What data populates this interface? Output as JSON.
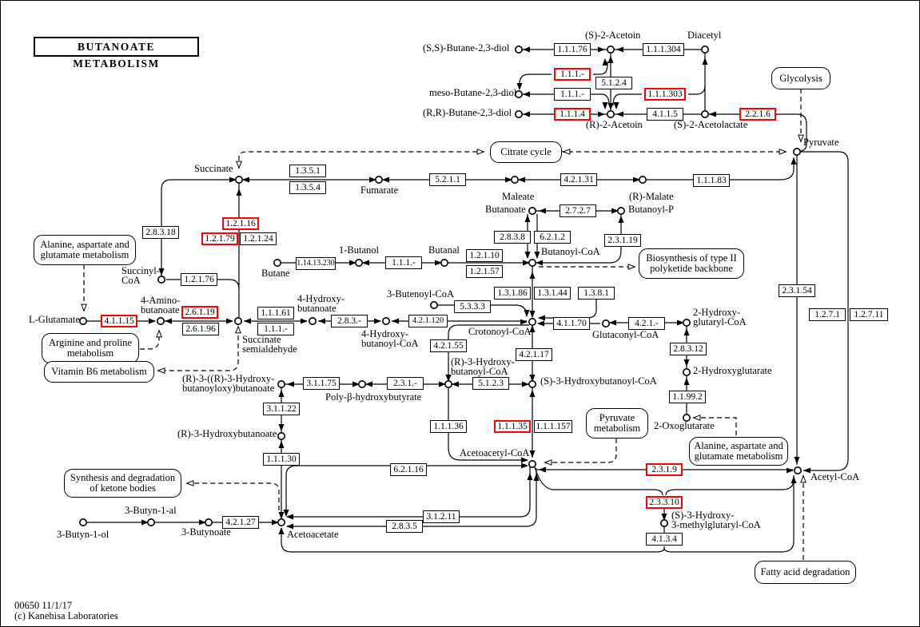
{
  "title": "BUTANOATE METABOLISM",
  "footer": [
    "00650 11/1/17",
    "(c) Kanehisa Laboratories"
  ],
  "colors": {
    "highlight": "#ff0000",
    "line": "#000000",
    "box_bg": "#ffffff"
  },
  "enzymes": [
    "1.1.1.76",
    "1.1.1.-",
    "5.1.2.4",
    "1.1.1.-",
    "1.1.1.303",
    "1.1.1.4",
    "4.1.1.5",
    "1.1.1.304",
    "2.2.1.6",
    "1.3.5.1",
    "1.3.5.4",
    "5.2.1.1",
    "4.2.1.31",
    "1.1.1.83",
    "2.8.3.18",
    "1.2.1.16",
    "1.2.1.79",
    "1.2.1.24",
    "1.2.1.76",
    "2.7.2.7",
    "2.8.3.8",
    "6.2.1.2",
    "2.3.1.19",
    "1.14.13.230",
    "1.1.1.-",
    "1.2.1.10",
    "1.2.1.57",
    "1.3.1.86",
    "1.3.1.44",
    "1.3.8.1",
    "5.3.3.3",
    "2.8.3.-",
    "4.2.1.120",
    "1.1.1.61",
    "1.1.1.-",
    "2.6.1.19",
    "2.6.1.96",
    "4.1.1.15",
    "4.1.1.70",
    "4.2.1.-",
    "2.8.3.12",
    "1.1.99.2",
    "4.2.1.55",
    "4.2.1.17",
    "3.1.1.75",
    "2.3.1.-",
    "5.1.2.3",
    "3.1.1.22",
    "1.1.1.30",
    "1.1.1.36",
    "1.1.1.35",
    "1.1.1.157",
    "2.3.1.9",
    "2.3.3.10",
    "4.1.3.4",
    "6.2.1.16",
    "3.1.2.11",
    "2.8.3.5",
    "4.2.1.27",
    "2.3.1.54",
    "1.2.7.1",
    "1.2.7.11"
  ],
  "compounds": [
    [
      "(S,S)-Butane-2,3-diol"
    ],
    [
      "(S)-2-Acetoin"
    ],
    [
      "Diacetyl"
    ],
    [
      "meso-Butane-2,3-diol"
    ],
    [
      "(R,R)-Butane-2,3-diol"
    ],
    [
      "(R)-2-Acetoin"
    ],
    [
      "(S)-2-Acetolactate"
    ],
    [
      "Pyruvate"
    ],
    [
      "Succinate"
    ],
    [
      "Fumarate"
    ],
    [
      "Maleate"
    ],
    [
      "(R)-Malate"
    ],
    [
      "Butanoate"
    ],
    [
      "Butanoyl-P"
    ],
    [
      "Succinyl-",
      "CoA"
    ],
    [
      "Butane"
    ],
    [
      "1-Butanol"
    ],
    [
      "Butanal"
    ],
    [
      "Butanoyl-CoA"
    ],
    [
      "L-Glutamate"
    ],
    [
      "4-Amino-",
      "butanoate"
    ],
    [
      "Succinate",
      "semialdehyde"
    ],
    [
      "4-Hydroxy-",
      "butanoate"
    ],
    [
      "4-Hydroxy-",
      "butanoyl-CoA"
    ],
    [
      "3-Butenoyl-CoA"
    ],
    [
      "Crotonoyl-CoA"
    ],
    [
      "Glutaconyl-CoA"
    ],
    [
      "2-Hydroxy-",
      "glutaryl-CoA"
    ],
    [
      "2-Hydroxyglutarate"
    ],
    [
      "2-Oxoglutarate"
    ],
    [
      "(R)-3-Hydroxy-",
      "butanoyl-CoA"
    ],
    [
      "(S)-3-Hydroxybutanoyl-CoA"
    ],
    [
      "(R)-3-((R)-3-Hydroxy-",
      "butanoyloxy)butanoate"
    ],
    [
      "Poly-β-hydroxybutyrate"
    ],
    [
      "(R)-3-Hydroxybutanoate"
    ],
    [
      "Acetoacetyl-CoA"
    ],
    [
      "Acetyl-CoA"
    ],
    [
      "(S)-3-Hydroxy-",
      "3-methylglutaryl-CoA"
    ],
    [
      "3-Butyn-1-ol"
    ],
    [
      "3-Butyn-1-al"
    ],
    [
      "3-Butynoate"
    ],
    [
      "Acetoacetate"
    ]
  ],
  "pathways": [
    [
      "Glycolysis"
    ],
    [
      "Citrate cycle"
    ],
    [
      "Biosynthesis of type II",
      "polyketide backbone"
    ],
    [
      "Alanine, aspartate and",
      "glutamate metabolism"
    ],
    [
      "Arginine and proline",
      "metabolism"
    ],
    [
      "Vitamin B6 metabolism"
    ],
    [
      "Pyruvate",
      "metabolism"
    ],
    [
      "Alanine, aspartate and",
      "glutamate metabolism"
    ],
    [
      "Synthesis and degradation",
      "of ketone bodies"
    ],
    [
      "Fatty acid degradation"
    ]
  ]
}
